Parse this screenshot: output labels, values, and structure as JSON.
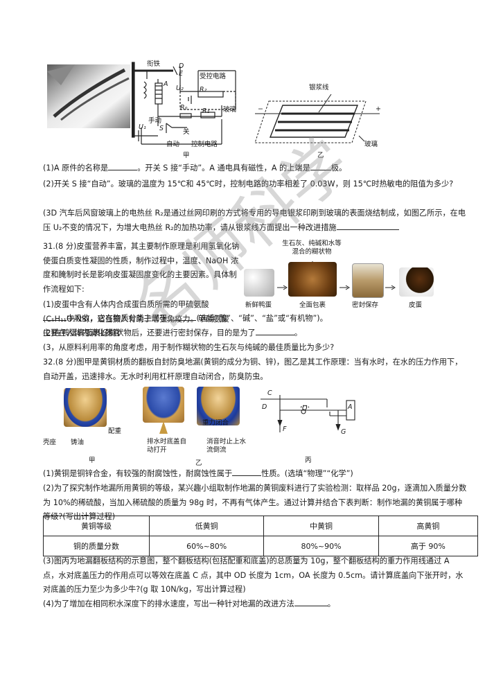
{
  "fig1": {
    "labels": {
      "armature": "衔铁",
      "D": "D",
      "E": "E",
      "controlled": "受控电路",
      "U2": "U₂",
      "R2": "R₂",
      "A": "A",
      "R0": "R₀",
      "R1": "R₁",
      "glass": "玻璃",
      "manual": "手动",
      "U1": "U₁",
      "S": "S",
      "off": "关",
      "auto": "自动",
      "control": "控制电路",
      "caption_jia": "甲",
      "silver": "银浆线",
      "minus": "−",
      "plus": "+",
      "glass2": "玻璃",
      "caption_yi": "乙"
    }
  },
  "q30": {
    "p1": "(1)A 原件的名称是",
    "p1b": "。开关 S 接“手动”。A 通电具有磁性，A 的上端是",
    "p1c": "极。",
    "p2": "(2)开关 S 接“自动”。玻璃的温度为 15℃和 45℃时，控制电路的功率相差了 0.03W，则 15℃时热敏电的阻值为多少?",
    "p3": "(3D 汽车后风窗玻璃上的电热丝 R₂是通过丝网印刷的方式将专用的导电银浆印刷到玻璃的表面烧结制成，如图乙所示，在电压 U₂不变的情况下，为增大电热丝 R₂的加热功率，请从银浆线方面提出一种改进措施"
  },
  "q31": {
    "intro": "31.(8 分)皮蛋营养丰富，其主要制作原理是利用氢氧化钠使蛋白质变性凝固的性质，制作过程中，温度、NaOH 浓度和腌制时长是影响皮蛋凝固度变化的主要因素。具体制作流程如下:",
    "p1": "(1)皮蛋中含有人体内合成蛋白质所需的甲硫氨酸(C₅H₁₁O₂NS)，适当摄入有助于增强免疫力。甲硫氨酸主要在人体内消化器官",
    "p1b": "中吸收，它在物质分类上属于",
    "p1c": "(选填“酸”、“碱”、“盐”或“有机物”)。",
    "p2": "(2)在鸭蛋表面裹好糊状物后，还要进行密封保存，目的是为了",
    "p2b": "。",
    "p3": "(3，从原料利用率的角度考虑，用于制作糊状物的生石灰与纯碱的最佳质量比为多少?",
    "flow": {
      "top_label": "生石灰、纯碱和水等混合的糊状物",
      "steps": [
        "新鲜鸭蛋",
        "全面包裹",
        "密封保存",
        "皮蛋"
      ]
    }
  },
  "q32": {
    "intro": "32.(8 分)图甲是黄铜材质的翻板自封防臭地漏(黄铜的成分为铜、锌)，图乙是其工作原理：当有水时，在水的压力作用下，自动开盖，迅速排水。无水时利用杠杆原理自动闭合，防臭防虫。",
    "fig": {
      "peizhong": "配重",
      "kecheng": "壳座",
      "zhuyou": "铸油",
      "zhonglibihe": "重力闭合",
      "paishui": "排水时底盖自动打开",
      "xiaoshui": "消音时止上水流倒流",
      "caption_jia": "甲",
      "caption_yi": "乙",
      "caption_bing": "丙",
      "C": "C",
      "D": "D",
      "O": "O",
      "A": "A",
      "F": "F",
      "G": "G"
    },
    "p1": "(1)黄铜是铜锌合金，有较强的耐腐蚀性，耐腐蚀性属于",
    "p1b": "性质。(选填“物理”“化学”)",
    "p2": "(2)为了探究制作地漏所用黄铜的等级，某兴趣小组取制作地漏的黄铜废料进行了实验检测：取样品 20g，逐滴加入质量分数为 10%的稀硫酸，当加入稀硫酸的质量为 98g 时，不再有气体产生。通过计算并结合下表判断：制作地漏的黄铜属于哪种等级?(写出计算过程)",
    "table": {
      "headers": [
        "黄铜等级",
        "低黄铜",
        "中黄铜",
        "高黄铜"
      ],
      "row": [
        "铜的质量分数",
        "60%~80%",
        "80%~90%",
        "高于 90%"
      ]
    },
    "p3": "(3)图丙为地漏翻板结构的示意图，整个翻板结构(包括配重和底盖)的总质量为 10g，整个翻板结构的重力作用线通过 A 点，水对底盖压力的作用点可以等效在底盖 C 点，其中 OD 长度为 1cm，OA 长度为 0.5cm。请计算底盖向下张开时，水对底盖的压力至少为多少牛?(g 取 10N/kg，写出计算过程)",
    "p4": "(4)为了增加在相同积水深度下的排水速度，写出一种针对地漏的改进方法",
    "p4b": "。"
  },
  "watermark": "名师科学"
}
